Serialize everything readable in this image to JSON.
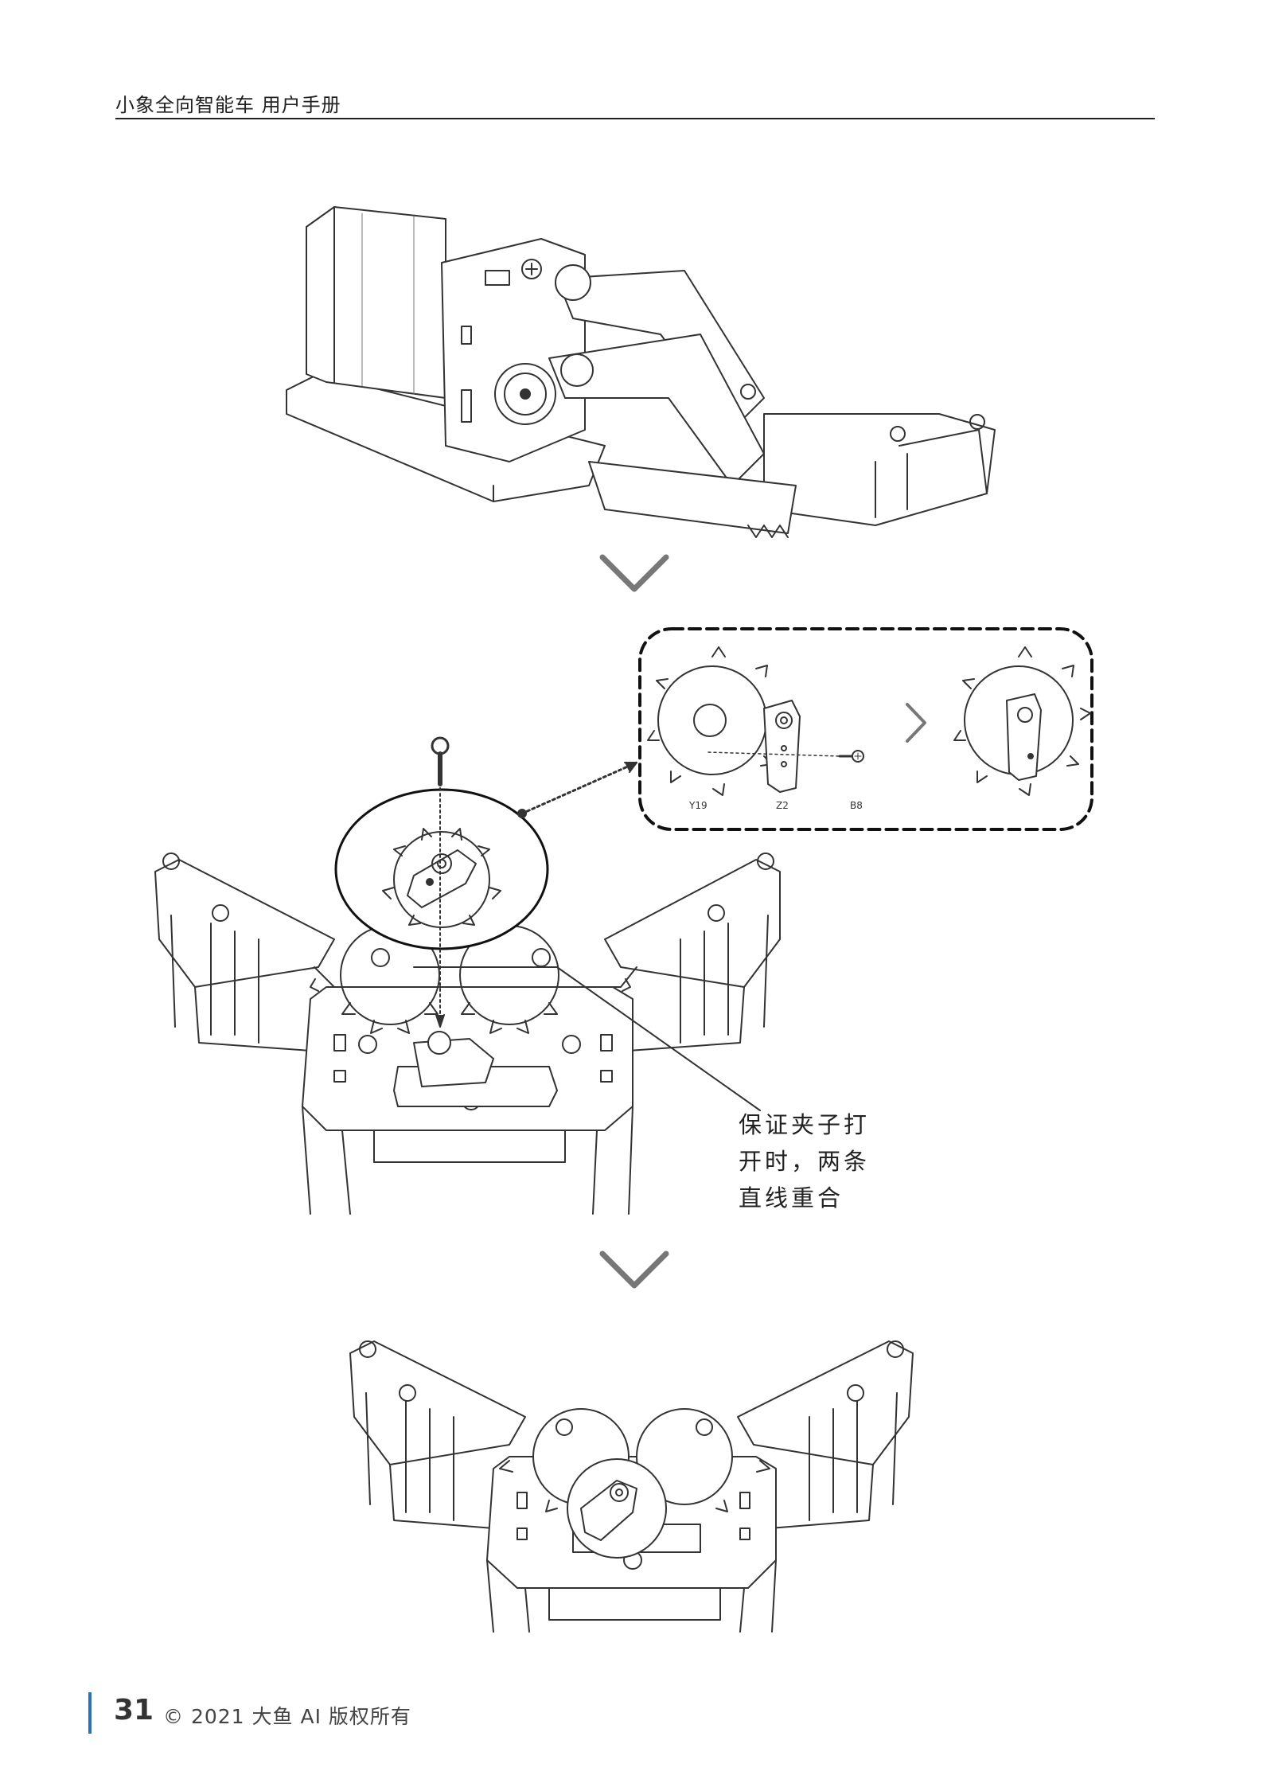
{
  "header": {
    "title": "小象全向智能车 用户手册"
  },
  "inset": {
    "labels": [
      "Y19",
      "Z2",
      "B8"
    ]
  },
  "note": {
    "lines": [
      "保证夹子打",
      "开时，两条",
      "直线重合"
    ]
  },
  "footer": {
    "page_number": "31",
    "copyright": "© 2021 大鱼 AI 版权所有",
    "accent_color": "#2f6fb5"
  }
}
